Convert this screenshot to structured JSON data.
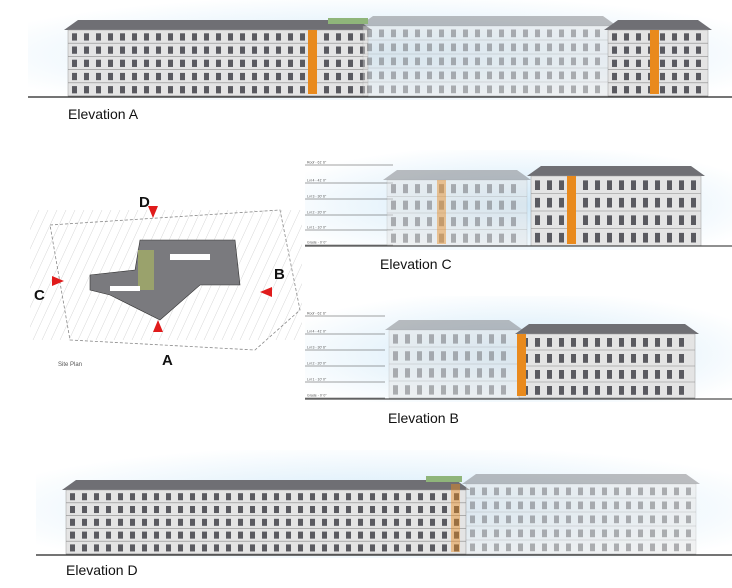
{
  "labels": {
    "elevation_a": "Elevation A",
    "elevation_b": "Elevation B",
    "elevation_c": "Elevation C",
    "elevation_d": "Elevation D",
    "site_plan": "Site Plan"
  },
  "markers": {
    "a": "A",
    "b": "B",
    "c": "C",
    "d": "D"
  },
  "level_labels": [
    "Roof - 61' 6\"",
    "Lvl 4 - 41' 0\"",
    "Lvl 3 - 30' 6\"",
    "Lvl 2 - 20' 0\"",
    "Lvl 1 - 10' 0\"",
    "Grade - 0' 0\""
  ],
  "colors": {
    "sky": "#cfe8f8",
    "roof": "#6f6f74",
    "wall_light": "#e4e4e4",
    "wall_dark": "#6c6c70",
    "accent_orange": "#e98a1d",
    "arrow_red": "#e01b1b",
    "roof_green": "#8fb57a"
  }
}
